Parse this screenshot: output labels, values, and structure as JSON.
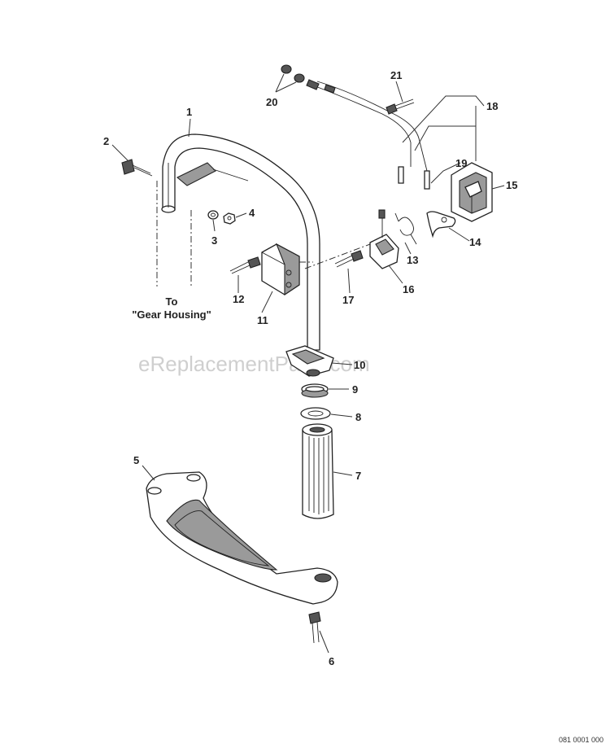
{
  "watermark": "eReplacementParts.com",
  "diagram_code": "081 0001 000",
  "note": {
    "line1": "To",
    "line2": "\"Gear Housing\""
  },
  "callouts": {
    "p1": "1",
    "p2": "2",
    "p3": "3",
    "p4": "4",
    "p5": "5",
    "p6": "6",
    "p7": "7",
    "p8": "8",
    "p9": "9",
    "p10": "10",
    "p11": "11",
    "p12": "12",
    "p13": "13",
    "p14": "14",
    "p15": "15",
    "p16": "16",
    "p17": "17",
    "p18": "18",
    "p19": "19",
    "p20": "20",
    "p21": "21"
  }
}
